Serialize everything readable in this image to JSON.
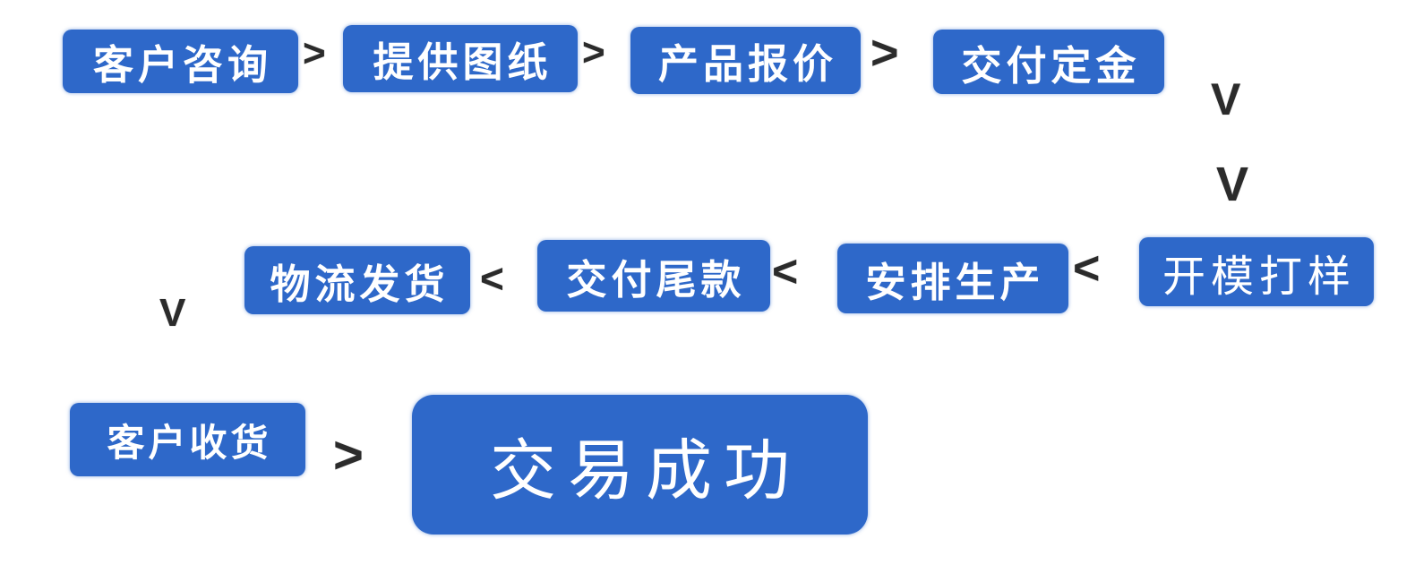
{
  "flow": {
    "description_domain": "sales-process-flowchart",
    "steps": [
      {
        "id": "customer-inquiry",
        "label": "客户咨询"
      },
      {
        "id": "provide-drawings",
        "label": "提供图纸"
      },
      {
        "id": "product-quotation",
        "label": "产品报价"
      },
      {
        "id": "pay-deposit",
        "label": "交付定金"
      },
      {
        "id": "mold-sampling",
        "label": "开模打样"
      },
      {
        "id": "arrange-production",
        "label": "安排生产"
      },
      {
        "id": "pay-balance",
        "label": "交付尾款"
      },
      {
        "id": "logistics-shipping",
        "label": "物流发货"
      },
      {
        "id": "customer-receipt",
        "label": "客户收货"
      },
      {
        "id": "transaction-success",
        "label": "交易成功"
      }
    ],
    "arrows": {
      "right": ">",
      "left": "<",
      "down": "V"
    }
  },
  "colors": {
    "box_blue": "#2e68c9",
    "arrow_dark": "#2b2b2b",
    "text_white": "#ffffff",
    "background": "#ffffff"
  }
}
